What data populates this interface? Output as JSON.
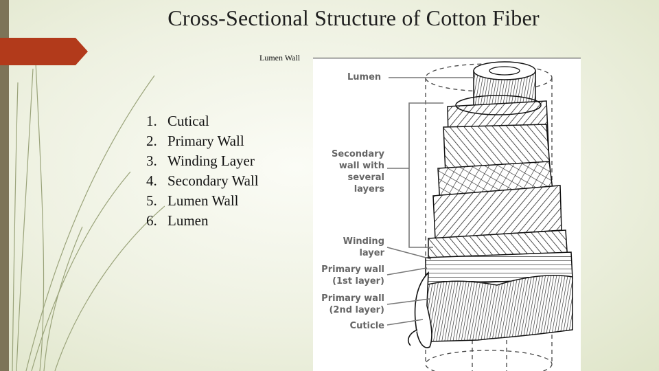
{
  "slide": {
    "title": "Cross-Sectional Structure of Cotton Fiber",
    "callout_label": "Lumen Wall"
  },
  "list": {
    "items": [
      {
        "number": "1.",
        "label": "Cutical"
      },
      {
        "number": "2.",
        "label": "Primary Wall"
      },
      {
        "number": "3.",
        "label": "Winding Layer"
      },
      {
        "number": "4.",
        "label": "Secondary Wall"
      },
      {
        "number": "5.",
        "label": "Lumen Wall"
      },
      {
        "number": "6.",
        "label": "Lumen"
      }
    ]
  },
  "diagram": {
    "labels": {
      "lumen": "Lumen",
      "secondary_1": "Secondary",
      "secondary_2": "wall with",
      "secondary_3": "several",
      "secondary_4": "layers",
      "winding_1": "Winding",
      "winding_2": "layer",
      "primary1_1": "Primary wall",
      "primary1_2": "(1st layer)",
      "primary2_1": "Primary wall",
      "primary2_2": "(2nd layer)",
      "cuticle": "Cuticle"
    }
  },
  "colors": {
    "accent_flag": "#b23a1b",
    "left_bar": "#7d7458",
    "background": "#eef1e1"
  }
}
